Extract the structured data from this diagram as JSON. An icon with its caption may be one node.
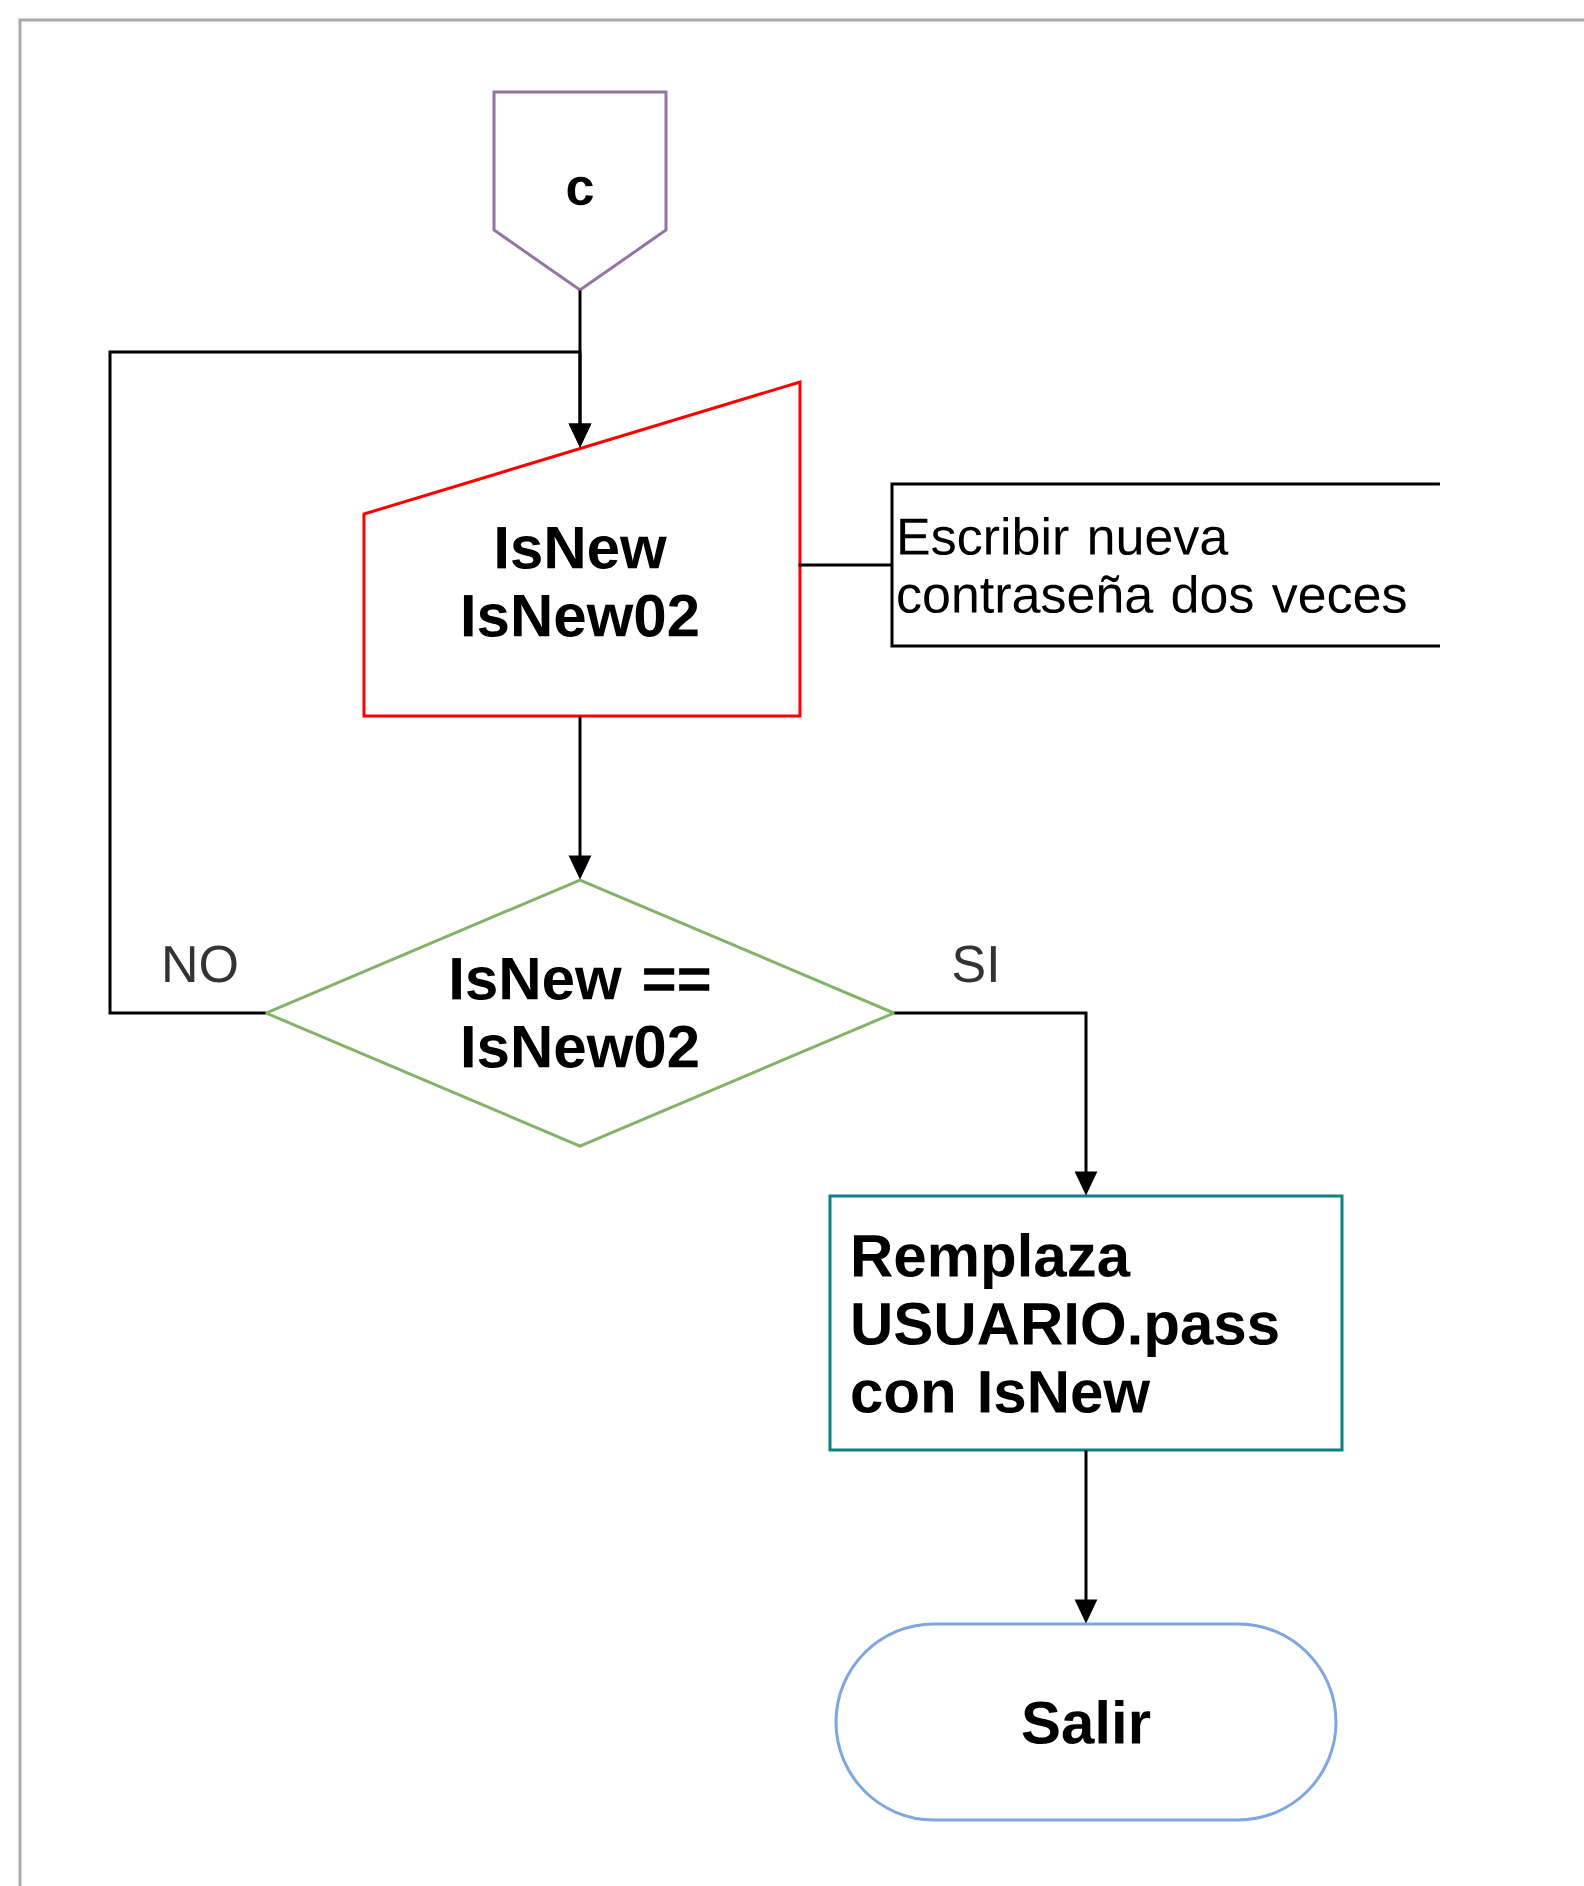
{
  "diagram": {
    "nodes": [
      {
        "text": [
          "c"
        ]
      },
      {
        "text": [
          "IsNew IsNew02"
        ]
      },
      {
        "text": [
          "Escribir nueva contraseña dos veces"
        ]
      },
      {
        "text": [
          "IsNew == IsNew02"
        ]
      },
      {
        "text": [
          "Remplaza USUARIO.pass con IsNew"
        ]
      },
      {
        "text": [
          "Salir"
        ]
      }
    ],
    "edges": [
      {
        "from": 0,
        "to": 1,
        "arrow": "to"
      },
      {
        "from": 1,
        "to": 3,
        "arrow": "to"
      },
      {
        "from": 3,
        "to": 1,
        "arrow": "to",
        "label": "NO"
      },
      {
        "from": 3,
        "to": 4,
        "arrow": "to",
        "label": "SI"
      },
      {
        "from": 4,
        "to": 5,
        "arrow": "to"
      },
      {
        "from": 1,
        "to": 2,
        "arrow": "none"
      }
    ]
  }
}
